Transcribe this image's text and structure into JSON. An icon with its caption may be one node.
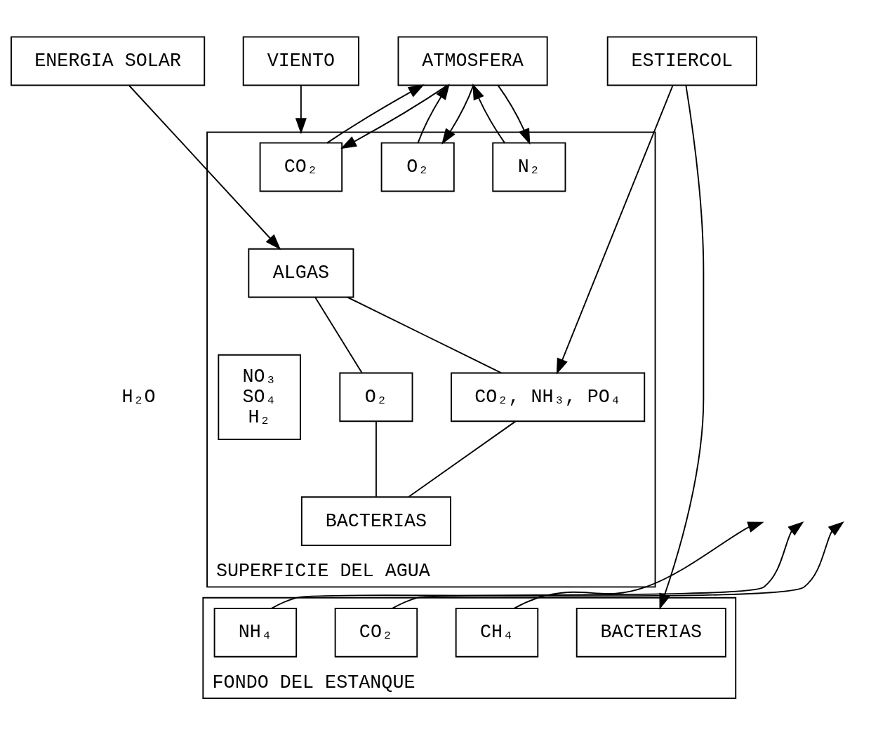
{
  "diagram": {
    "nodes": [
      {
        "text": [
          "ENERGIA SOLAR"
        ]
      },
      {
        "text": [
          "VIENTO"
        ]
      },
      {
        "text": [
          "ATMOSFERA"
        ]
      },
      {
        "text": [
          "ESTIERCOL"
        ]
      },
      {
        "text": [
          "SUPERFICIE DEL AGUA"
        ]
      },
      {
        "text": [
          "CO₂"
        ],
        "in": 4
      },
      {
        "text": [
          "O₂"
        ],
        "in": 4
      },
      {
        "text": [
          "N₂"
        ],
        "in": 4
      },
      {
        "text": [
          "NO₃",
          "SO₄",
          "H₂"
        ],
        "in": 4
      },
      {
        "text": [
          "ALGAS"
        ],
        "in": 4
      },
      {
        "text": [
          "O₂"
        ],
        "in": 4
      },
      {
        "text": [
          "CO₂, NH₃, PO₄"
        ],
        "in": 4
      },
      {
        "text": [
          "BACTERIAS"
        ],
        "in": 4
      },
      {
        "text": [
          "FONDO DEL ESTANQUE"
        ]
      },
      {
        "text": [
          "CH₄"
        ],
        "in": 13
      },
      {
        "text": [
          "CO₂"
        ],
        "in": 13
      },
      {
        "text": [
          "NH₄"
        ],
        "in": 13
      },
      {
        "text": [
          "BACTERIAS"
        ],
        "in": 13
      }
    ],
    "edges": [
      {
        "from": 0,
        "to": 9,
        "arrow": "to"
      },
      {
        "from": 1,
        "to": 4,
        "arrow": "to"
      },
      {
        "from": 5,
        "to": 2,
        "arrow": "to"
      },
      {
        "from": 2,
        "to": 5,
        "arrow": "to"
      },
      {
        "from": 6,
        "to": 2,
        "arrow": "to"
      },
      {
        "from": 2,
        "to": 6,
        "arrow": "to"
      },
      {
        "from": 7,
        "to": 2,
        "arrow": "to"
      },
      {
        "from": 2,
        "to": 7,
        "arrow": "to"
      },
      {
        "from": 3,
        "to": 11,
        "arrow": "to"
      },
      {
        "from": 3,
        "to": 17,
        "arrow": "to"
      },
      {
        "from": 9,
        "to": 10,
        "arrow": "none"
      },
      {
        "from": 10,
        "to": 12,
        "arrow": "none"
      },
      {
        "from": 12,
        "to": 11,
        "arrow": "none"
      },
      {
        "from": 11,
        "to": 9,
        "arrow": "none"
      },
      {
        "from": 14,
        "to": null,
        "arrow": "to"
      },
      {
        "from": 15,
        "to": null,
        "arrow": "to"
      },
      {
        "from": 16,
        "to": null,
        "arrow": "to"
      }
    ],
    "labels": [
      "H₂O"
    ]
  }
}
